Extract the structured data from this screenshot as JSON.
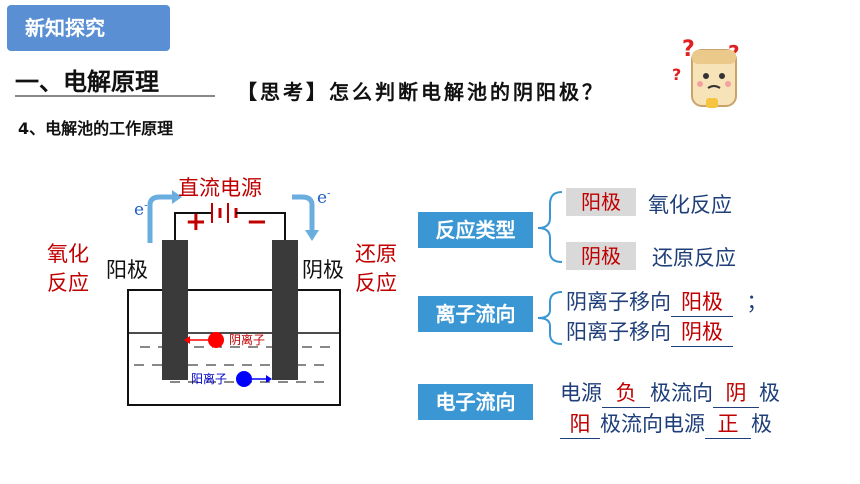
{
  "header": {
    "tag_label": "新知探究",
    "section_title": "一、电解原理",
    "subsection_title": "4、电解池的工作原理"
  },
  "question": "【思考】怎么判断电解池的阴阳极？",
  "diagram": {
    "power_label": "直流电源",
    "electron_symbol": "e",
    "electron_sup": "-",
    "plus": "+",
    "minus": "−",
    "left_electrode": "阳极",
    "right_electrode": "阴极",
    "left_reaction_1": "氧化",
    "left_reaction_2": "反应",
    "right_reaction_1": "还原",
    "right_reaction_2": "反应",
    "anion_label": "阴离子",
    "cation_label": "阳离子",
    "colors": {
      "anion": "#ff0000",
      "cation": "#0000ff",
      "electrode": "#3a3a3a",
      "accent": "#3b97d3"
    }
  },
  "summary": {
    "reaction_type": {
      "label": "反应类型",
      "rows": [
        {
          "pole": "阳极",
          "reaction": "氧化反应"
        },
        {
          "pole": "阴极",
          "reaction": "还原反应"
        }
      ]
    },
    "ion_flow": {
      "label": "离子流向",
      "line1_prefix": "阴离子移向",
      "line1_answer": "阳极",
      "line1_suffix": "；",
      "line2_prefix": "阳离子移向",
      "line2_answer": "阴极"
    },
    "electron_flow": {
      "label": "电子流向",
      "line1_a": "电源",
      "line1_ans1": "负",
      "line1_b": "极流向",
      "line1_ans2": "阴",
      "line1_c": "极",
      "line2_ans1": "阳",
      "line2_a": "极流向电源",
      "line2_ans2": "正",
      "line2_b": "极"
    }
  }
}
